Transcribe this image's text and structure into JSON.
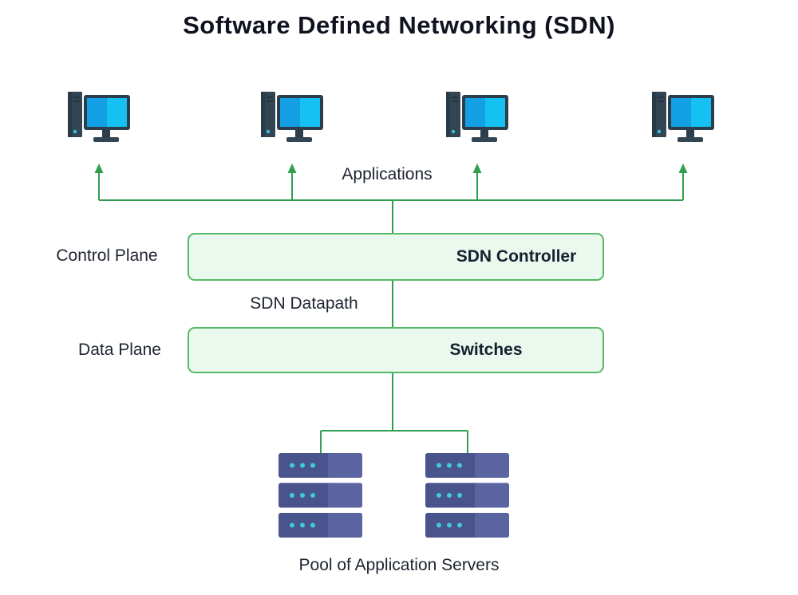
{
  "title": "Software Defined Networking (SDN)",
  "labels": {
    "applications": "Applications",
    "control_plane": "Control Plane",
    "sdn_datapath": "SDN Datapath",
    "data_plane": "Data Plane",
    "pool_of_servers": "Pool of Application Servers"
  },
  "boxes": {
    "controller": "SDN Controller",
    "switches": "Switches"
  },
  "icons": {
    "computer": "computer-icon",
    "server": "server-rack-icon",
    "computer_count": 4,
    "server_count": 2
  },
  "colors": {
    "line_green": "#2f9e4f",
    "box_border_green": "#55b968",
    "box_fill_green": "#eaf8ee",
    "title_text": "#10131f",
    "label_text": "#1e2430",
    "monitor_screen_blue": "#15c1f2",
    "monitor_frame_dark": "#2c3d4b",
    "server_indigo": "#49538c",
    "server_indigo_light": "#5a64a1",
    "server_dot_teal": "#41c9de"
  }
}
